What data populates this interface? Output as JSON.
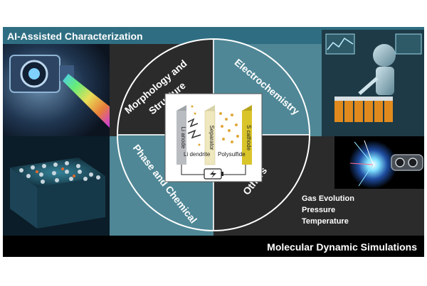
{
  "banners": {
    "top": "AI-Assisted Characterization",
    "bottom": "Molecular Dynamic Simulations"
  },
  "quadrants": {
    "top_left": "Morphology and Structure",
    "top_right": "Electrochemistry",
    "bottom_left": "Phase and Chemical",
    "bottom_right": "Others"
  },
  "cell": {
    "anode": "Li anode",
    "separator": "Separator",
    "cathode": "S cathode",
    "dendrite": "Li dendrite",
    "polysulfide": "Polysulfide"
  },
  "others_items": [
    "Gas Evolution",
    "Pressure",
    "Temperature"
  ],
  "colors": {
    "banner": "#2f6e82",
    "dark_panel": "#2b2b2b",
    "teal_panel": "#4f8796",
    "black": "#000000",
    "cathode_yellow": "#d9c52a",
    "anode_gray": "#b9bcc0"
  }
}
